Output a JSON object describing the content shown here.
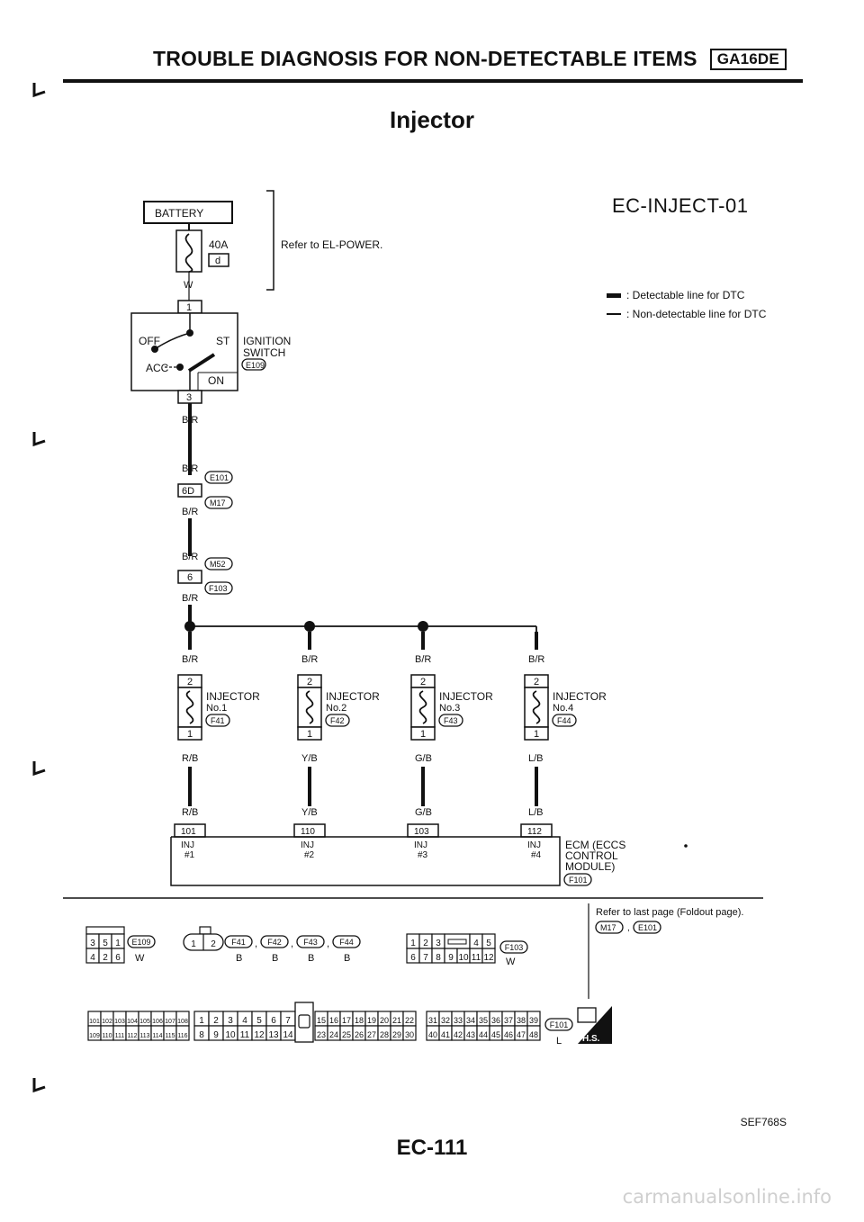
{
  "header": {
    "title": "TROUBLE DIAGNOSIS FOR NON-DETECTABLE ITEMS",
    "badge": "GA16DE"
  },
  "subtitle": "Injector",
  "diagram_id": "EC-INJECT-01",
  "legend": {
    "detectable": ": Detectable line for DTC",
    "non_detectable": ": Non-detectable line for DTC"
  },
  "battery": {
    "label": "BATTERY",
    "fuse_amp": "40A",
    "fuse_id": "d",
    "wire": "W",
    "refer": "Refer to EL-POWER."
  },
  "ignition": {
    "pos_off": "OFF",
    "pos_st": "ST",
    "pos_acc": "ACC",
    "pos_on": "ON",
    "pin_in": "1",
    "pin_out": "3",
    "name_line1": "IGNITION",
    "name_line2": "SWITCH",
    "connector": "E109"
  },
  "wire_br": "B/R",
  "joint1": {
    "pin": "6D",
    "conn_top": "E101",
    "conn_bottom": "M17"
  },
  "joint2": {
    "pin": "6",
    "conn_top": "M52",
    "conn_bottom": "F103"
  },
  "injectors": [
    {
      "name": "INJECTOR",
      "no": "No.1",
      "connector": "F41",
      "pin_top": "2",
      "pin_bottom": "1",
      "wire_out": "R/B",
      "ecm_pin": "101",
      "ecm_label": "INJ",
      "ecm_num": "#1"
    },
    {
      "name": "INJECTOR",
      "no": "No.2",
      "connector": "F42",
      "pin_top": "2",
      "pin_bottom": "1",
      "wire_out": "Y/B",
      "ecm_pin": "110",
      "ecm_label": "INJ",
      "ecm_num": "#2"
    },
    {
      "name": "INJECTOR",
      "no": "No.3",
      "connector": "F43",
      "pin_top": "2",
      "pin_bottom": "1",
      "wire_out": "G/B",
      "ecm_pin": "103",
      "ecm_label": "INJ",
      "ecm_num": "#3"
    },
    {
      "name": "INJECTOR",
      "no": "No.4",
      "connector": "F44",
      "pin_top": "2",
      "pin_bottom": "1",
      "wire_out": "L/B",
      "ecm_pin": "112",
      "ecm_label": "INJ",
      "ecm_num": "#4"
    }
  ],
  "ecm": {
    "line1": "ECM (ECCS",
    "line2": "CONTROL",
    "line3": "MODULE)",
    "connector": "F101"
  },
  "foldout": {
    "text": "Refer to last page (Foldout page).",
    "conn1": "M17",
    "conn2": "E101"
  },
  "connectors": {
    "e109": {
      "top": [
        "3",
        "5",
        "1"
      ],
      "bottom": [
        "4",
        "2",
        "6"
      ],
      "id": "E109",
      "color": "W"
    },
    "f41": {
      "pins": [
        "1",
        "2"
      ],
      "ids": [
        "F41",
        "F42",
        "F43",
        "F44"
      ],
      "colors": [
        "B",
        "B",
        "B",
        "B"
      ],
      "sep": ","
    },
    "f103": {
      "top": [
        "1",
        "2",
        "3",
        "4",
        "5"
      ],
      "bottom": [
        "6",
        "7",
        "8",
        "9",
        "10",
        "11",
        "12"
      ],
      "id": "F103",
      "color": "W"
    },
    "f101": {
      "g1_top": [
        "101",
        "102",
        "103",
        "104",
        "105",
        "106",
        "107",
        "108"
      ],
      "g1_bottom": [
        "109",
        "110",
        "111",
        "112",
        "113",
        "114",
        "115",
        "116"
      ],
      "g2_top": [
        "1",
        "2",
        "3",
        "4",
        "5",
        "6",
        "7"
      ],
      "g2_bottom": [
        "8",
        "9",
        "10",
        "11",
        "12",
        "13",
        "14"
      ],
      "g3_top": [
        "15",
        "16",
        "17",
        "18",
        "19",
        "20",
        "21",
        "22"
      ],
      "g3_bottom": [
        "23",
        "24",
        "25",
        "26",
        "27",
        "28",
        "29",
        "30"
      ],
      "g4_top": [
        "31",
        "32",
        "33",
        "34",
        "35",
        "36",
        "37",
        "38",
        "39"
      ],
      "g4_bottom": [
        "40",
        "41",
        "42",
        "43",
        "44",
        "45",
        "46",
        "47",
        "48"
      ],
      "id": "F101",
      "color": "L"
    },
    "hs_label": "H.S."
  },
  "page_number": "EC-111",
  "figure_ref": "SEF768S",
  "watermark": "carmanualsonline.info"
}
